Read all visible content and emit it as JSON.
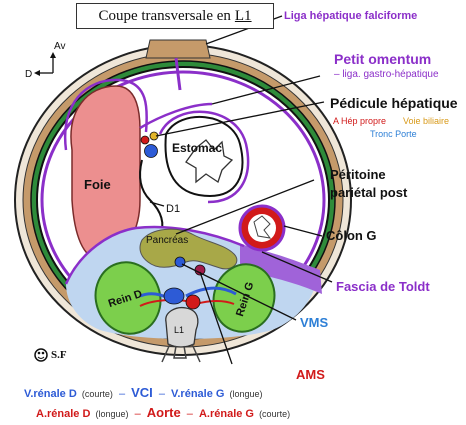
{
  "title": {
    "text": "Coupe transversale en",
    "level": "L1"
  },
  "orientation": {
    "anterior": "Av",
    "right": "D"
  },
  "labels": {
    "ligament_falciforme": "Liga hépatique falciforme",
    "petit_omentum": "Petit omentum",
    "petit_omentum_sub": "– liga. gastro-hépatique",
    "pedicule": "Pédicule hépatique",
    "a_hep": "A Hép propre",
    "voie_biliaire": "Voie biliaire",
    "tronc_porte": "Tronc Porte",
    "peritoine_1": "Péritoine",
    "peritoine_2": "pariétal post",
    "colon": "Côlon G",
    "fascia": "Fascia de Toldt",
    "vms": "VMS",
    "ams": "AMS",
    "foie": "Foie",
    "estomac": "Estomac",
    "d1": "D1",
    "pancreas": "Pancréas",
    "rein_d": "Rein D",
    "rein_g": "Rein G",
    "l1": "L1",
    "author": "S.F"
  },
  "legend": {
    "veins": {
      "left": "V.rénale D",
      "left_note": "(courte)",
      "sep1": "–",
      "center": "VCI",
      "sep2": "–",
      "right": "V.rénale G",
      "right_note": "(longue)"
    },
    "arteries": {
      "left": "A.rénale D",
      "left_note": "(longue)",
      "sep1": "–",
      "center": "Aorte",
      "sep2": "–",
      "right": "A.rénale G",
      "right_note": "(courte)"
    }
  },
  "colors": {
    "purple": "#8b2fc9",
    "liver": "#ec8f8f",
    "kidney": "#7ccf4c",
    "pancreas": "#a8a848",
    "vein_blue": "#2d5bd6",
    "artery_red": "#d11a1a",
    "fascia": "#a063d9",
    "peritoneal_blue": "#bfd6f0"
  }
}
